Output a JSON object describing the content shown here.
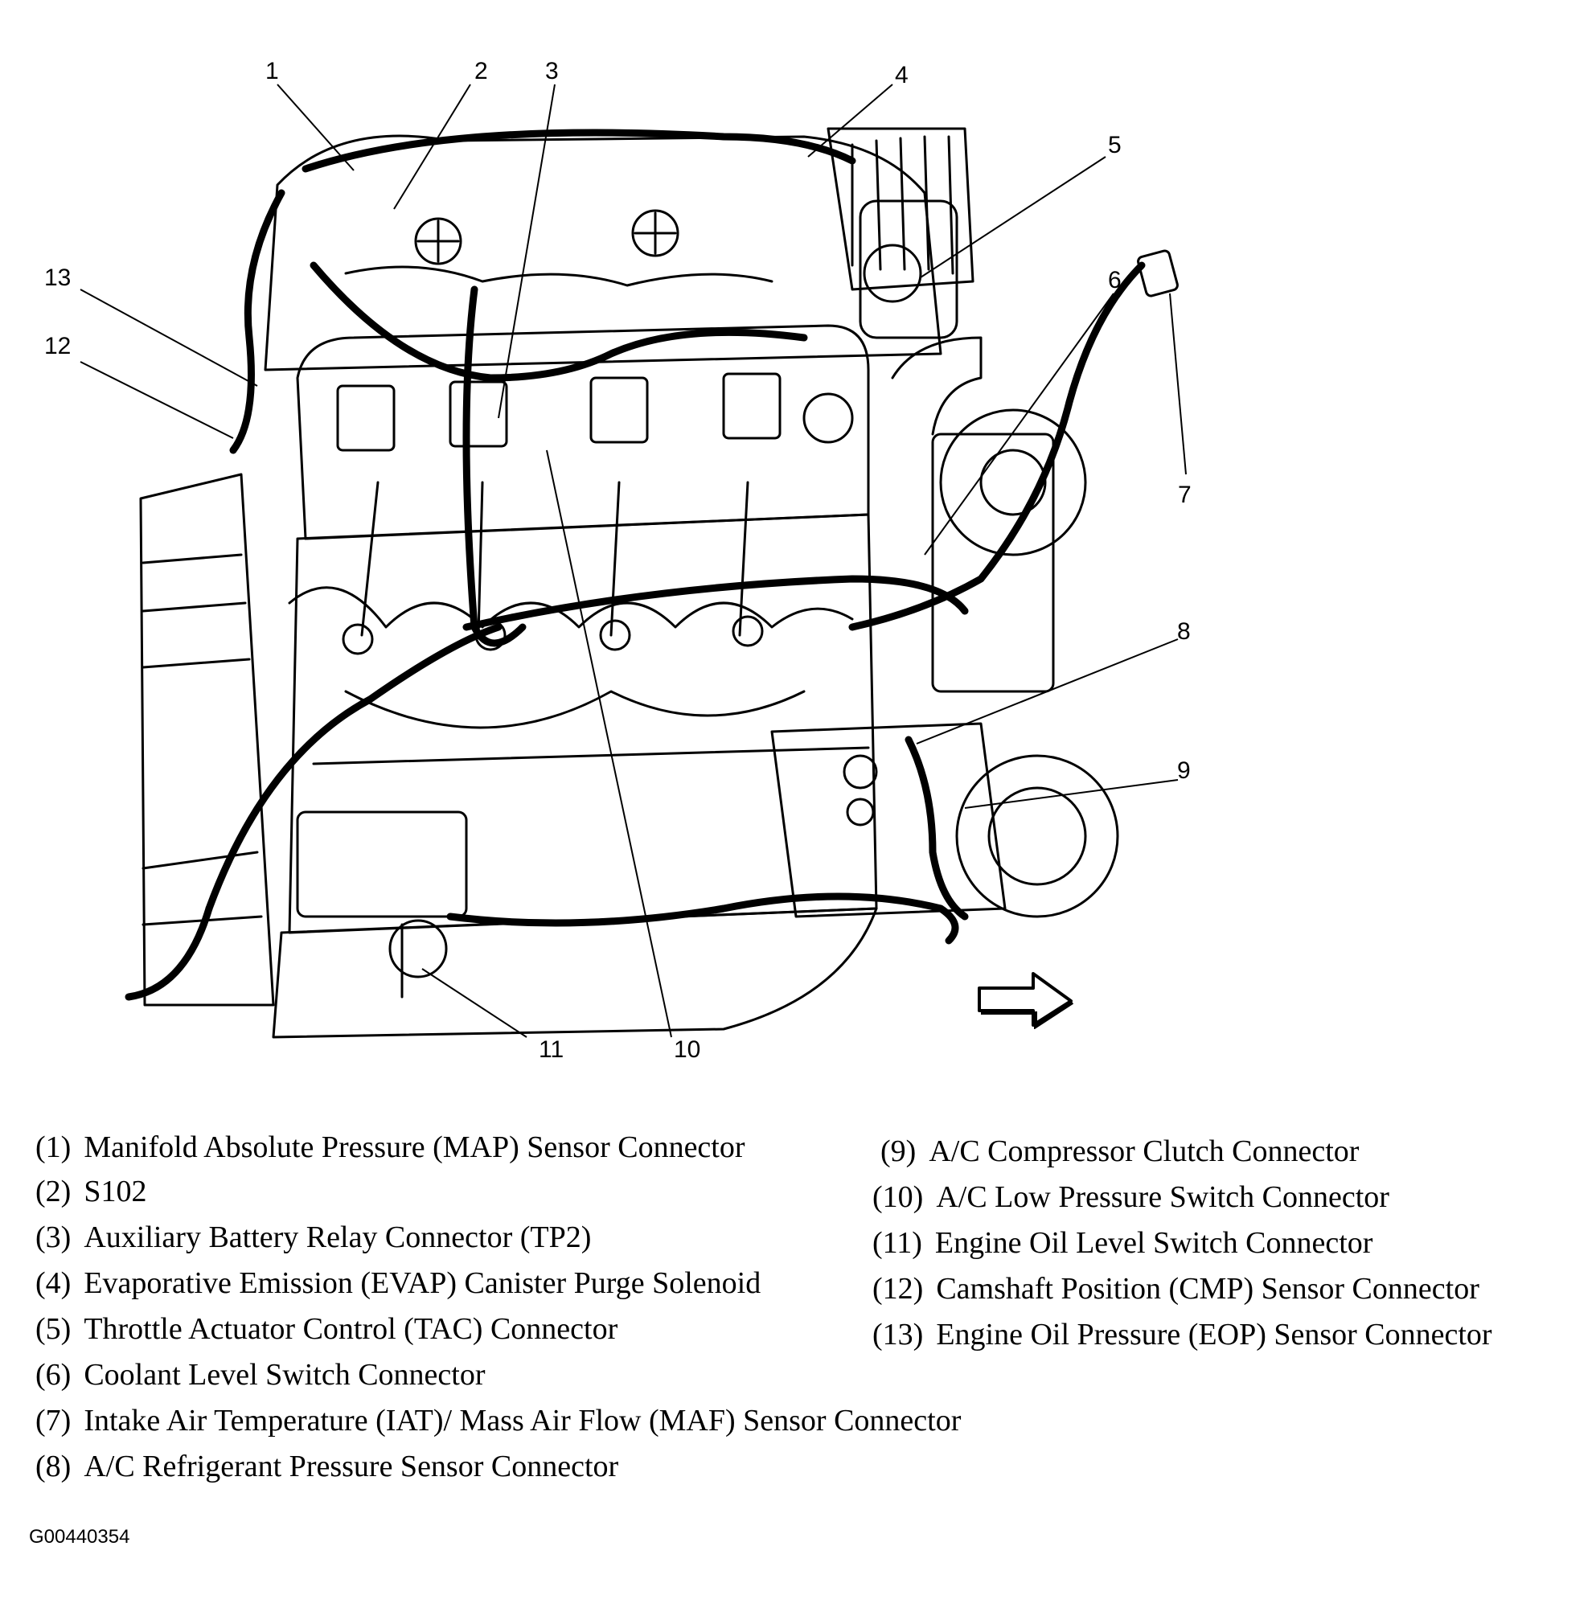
{
  "figure_id": "G00440354",
  "callouts": [
    "1",
    "2",
    "3",
    "4",
    "5",
    "6",
    "7",
    "8",
    "9",
    "10",
    "11",
    "12",
    "13"
  ],
  "legend": [
    {
      "num": "(1)",
      "text": "Manifold Absolute Pressure (MAP) Sensor Connector"
    },
    {
      "num": "(2)",
      "text": "S102"
    },
    {
      "num": "(3)",
      "text": "Auxiliary Battery Relay Connector (TP2)"
    },
    {
      "num": "(4)",
      "text": "Evaporative Emission (EVAP) Canister Purge Solenoid"
    },
    {
      "num": "(5)",
      "text": "Throttle Actuator Control (TAC) Connector"
    },
    {
      "num": "(6)",
      "text": "Coolant Level Switch Connector"
    },
    {
      "num": "(7)",
      "text": "Intake Air Temperature (IAT)/ Mass Air Flow (MAF) Sensor Connector"
    },
    {
      "num": "(8)",
      "text": "A/C Refrigerant Pressure Sensor Connector"
    },
    {
      "num": "(9)",
      "text": "A/C Compressor Clutch Connector"
    },
    {
      "num": "(10)",
      "text": "A/C Low Pressure Switch Connector"
    },
    {
      "num": "(11)",
      "text": "Engine Oil Level Switch Connector"
    },
    {
      "num": "(12)",
      "text": "Camshaft Position (CMP) Sensor Connector"
    },
    {
      "num": "(13)",
      "text": "Engine Oil Pressure (EOP) Sensor Connector"
    }
  ]
}
